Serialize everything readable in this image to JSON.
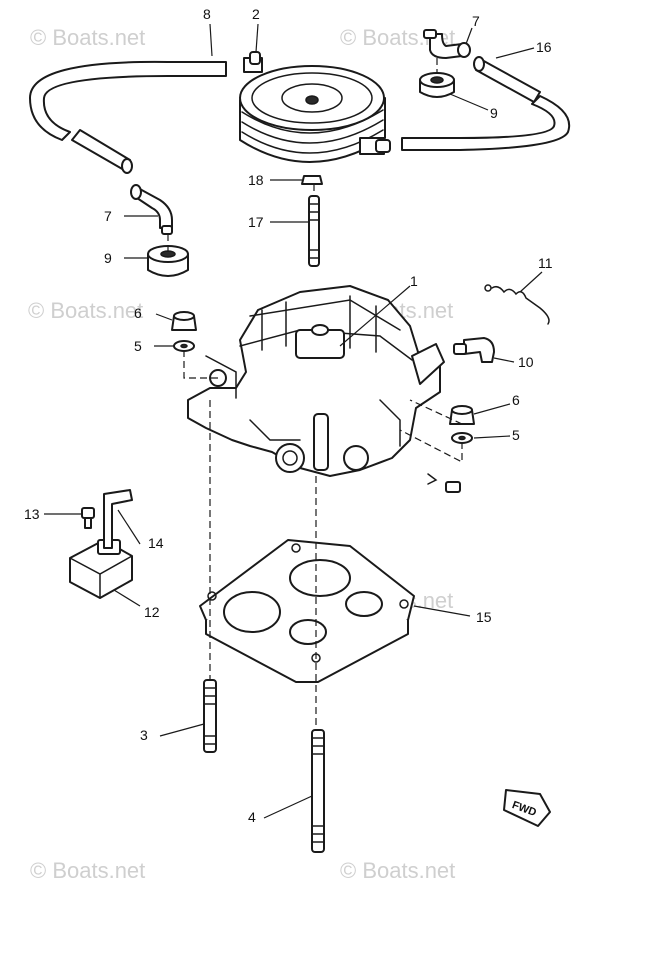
{
  "watermark": {
    "text": "© Boats.net",
    "color": "#cfcfcf"
  },
  "callouts": {
    "part_1": "1",
    "part_2": "2",
    "part_3": "3",
    "part_4": "4",
    "part_5_left": "5",
    "part_5_right": "5",
    "part_6_left": "6",
    "part_6_right": "6",
    "part_7_top": "7",
    "part_7_left": "7",
    "part_8": "8",
    "part_9_right": "9",
    "part_9_left": "9",
    "part_10": "10",
    "part_11": "11",
    "part_12": "12",
    "part_13": "13",
    "part_14": "14",
    "part_15": "15",
    "part_16": "16",
    "part_17": "17",
    "part_18": "18"
  },
  "direction_badge": {
    "text": "FWD"
  }
}
